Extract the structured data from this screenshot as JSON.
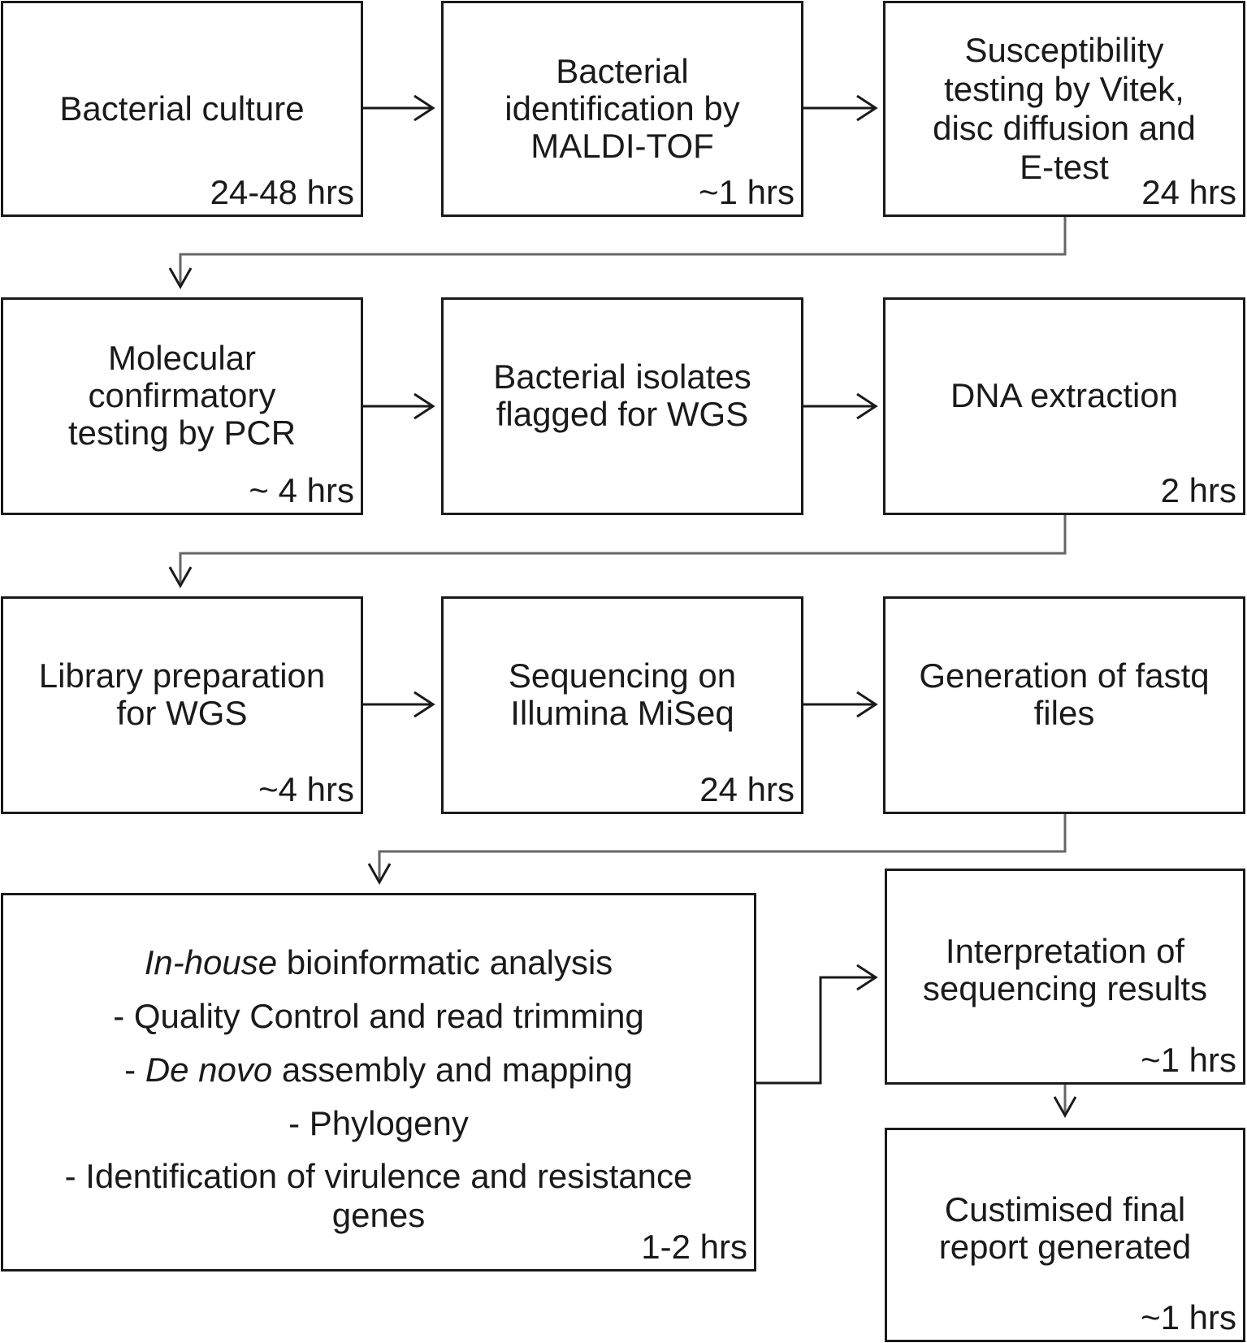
{
  "steps": {
    "bacterial_culture": {
      "label": "Bacterial culture",
      "time": "24-48 hrs"
    },
    "maldi_tof": {
      "label": "Bacterial\nidentification by\nMALDI-TOF",
      "time": "~1 hrs"
    },
    "susceptibility": {
      "label": "Susceptibility\ntesting by Vitek,\ndisc diffusion and\nE-test",
      "time": "24 hrs"
    },
    "pcr": {
      "label": "Molecular\nconfirmatory\ntesting by PCR",
      "time": "~ 4 hrs"
    },
    "flagged_wgs": {
      "label": "Bacterial isolates\nflagged for WGS",
      "time": ""
    },
    "dna_extraction": {
      "label": "DNA extraction",
      "time": "2 hrs"
    },
    "library_prep": {
      "label": "Library preparation\nfor WGS",
      "time": "~4 hrs"
    },
    "sequencing": {
      "label": "Sequencing on\nIllumina MiSeq",
      "time": "24 hrs"
    },
    "fastq": {
      "label": "Generation of fastq\nfiles",
      "time": ""
    },
    "bioinformatics": {
      "title_italic": "In-house",
      "title_rest": " bioinformatic analysis",
      "item1": "- Quality Control and read trimming",
      "item2_prefix": "- ",
      "item2_italic": "De novo",
      "item2_rest": " assembly and mapping",
      "item3": "- Phylogeny",
      "item4": "- Identification of virulence and resistance genes",
      "time": "1-2 hrs"
    },
    "interpretation": {
      "label": "Interpretation of\nsequencing results",
      "time": "~1 hrs"
    },
    "final_report": {
      "label": "Custimised final\nreport generated",
      "time": "~1 hrs"
    }
  }
}
